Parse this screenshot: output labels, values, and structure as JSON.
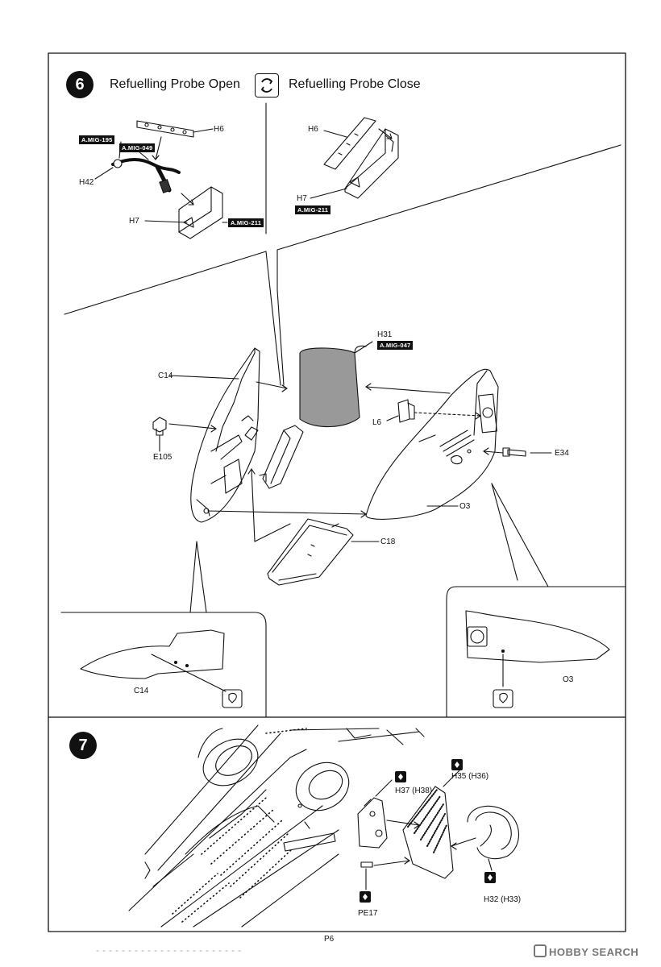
{
  "step6": {
    "number": "6",
    "header_left": "Refuelling Probe Open",
    "header_right": "Refuelling Probe Close",
    "open_parts": {
      "h6": "H6",
      "h42": "H42",
      "h7": "H7",
      "tag_195": "A.MIG-195",
      "tag_049": "A.MIG-049",
      "tag_211": "A.MIG-211"
    },
    "close_parts": {
      "h6": "H6",
      "h7": "H7",
      "tag_211": "A.MIG-211"
    },
    "main_parts": {
      "h31": "H31",
      "tag_047": "A.MIG-047",
      "c14": "C14",
      "e105": "E105",
      "l6": "L6",
      "e34": "E34",
      "o3": "O3",
      "c18": "C18"
    },
    "detail_left": "C14",
    "detail_right": "O3"
  },
  "step7": {
    "number": "7",
    "parts": {
      "h37": "H37 (H38)",
      "h35": "H35 (H36)",
      "h32": "H32 (H33)",
      "pe17": "PE17"
    }
  },
  "footer": {
    "page": "P6",
    "watermark": "HOBBY SEARCH"
  }
}
